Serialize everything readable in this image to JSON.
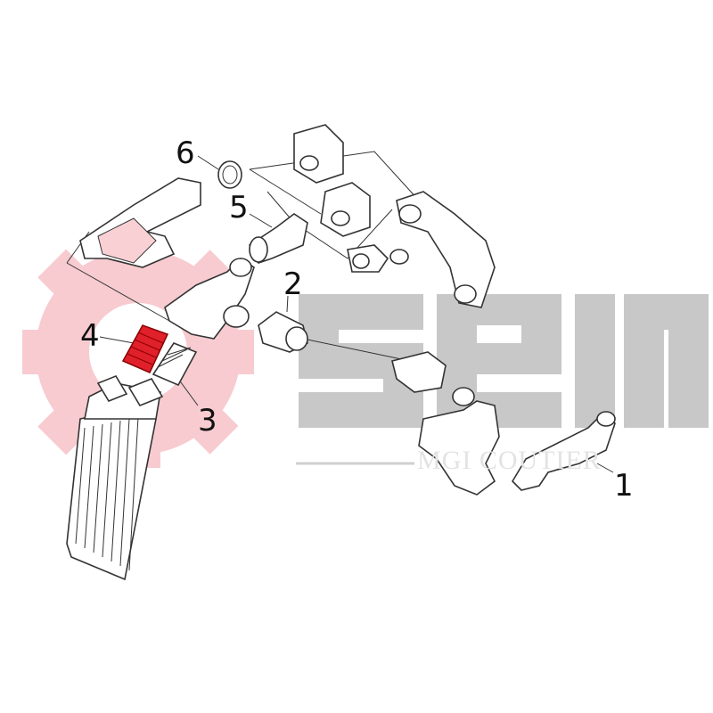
{
  "watermark": {
    "brand": "seim",
    "subtitle": "MGI COUTIER",
    "gear_color": "#f6c3c8",
    "letters_color": "#c8c8c8"
  },
  "highlight_color": "#e0202a",
  "callouts": [
    {
      "label": "1",
      "part": "turbo-outlet-hose"
    },
    {
      "label": "2",
      "part": "intake-coupling"
    },
    {
      "label": "3",
      "part": "intercooler-hose"
    },
    {
      "label": "4",
      "part": "intercooler-hose-highlighted"
    },
    {
      "label": "5",
      "part": "elbow-hose"
    },
    {
      "label": "6",
      "part": "sleeve"
    }
  ]
}
